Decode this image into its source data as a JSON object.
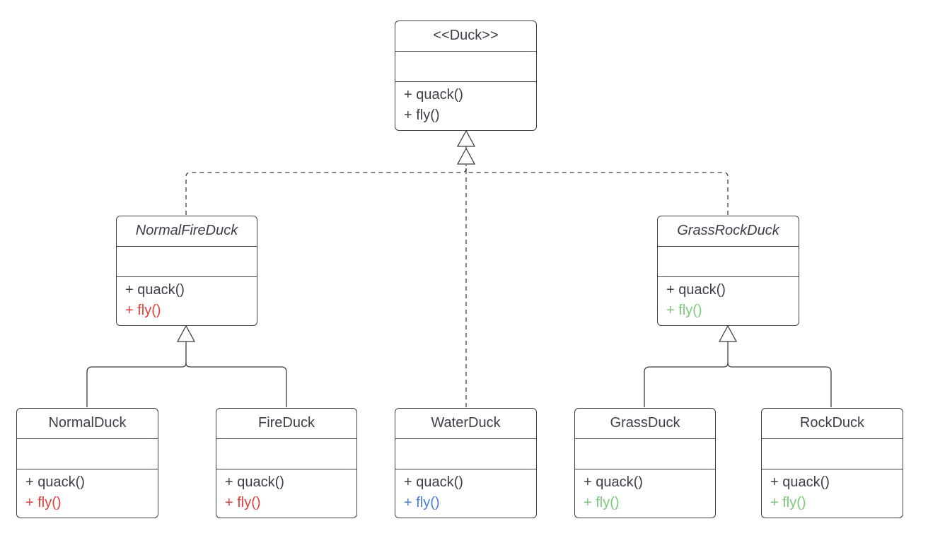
{
  "colors": {
    "line": "#3b3f47",
    "text": "#3b3f47",
    "fire": "#e0403b",
    "water": "#4a7fd6",
    "grass": "#7cc77a"
  },
  "diagram": {
    "duck": {
      "name": "<<Duck>>",
      "op1": "+ quack()",
      "op2": "+ fly()"
    },
    "normal_fire_duck": {
      "name": "NormalFireDuck",
      "op1": "+ quack()",
      "op2": "+ fly()",
      "fly_color": "fire"
    },
    "grass_rock_duck": {
      "name": "GrassRockDuck",
      "op1": "+ quack()",
      "op2": "+ fly()",
      "fly_color": "grass"
    },
    "normal_duck": {
      "name": "NormalDuck",
      "op1": "+ quack()",
      "op2": "+ fly()",
      "fly_color": "fire"
    },
    "fire_duck": {
      "name": "FireDuck",
      "op1": "+ quack()",
      "op2": "+ fly()",
      "fly_color": "fire"
    },
    "water_duck": {
      "name": "WaterDuck",
      "op1": "+ quack()",
      "op2": "+ fly()",
      "fly_color": "water"
    },
    "grass_duck": {
      "name": "GrassDuck",
      "op1": "+ quack()",
      "op2": "+ fly()",
      "fly_color": "grass"
    },
    "rock_duck": {
      "name": "RockDuck",
      "op1": "+ quack()",
      "op2": "+ fly()",
      "fly_color": "grass"
    }
  }
}
